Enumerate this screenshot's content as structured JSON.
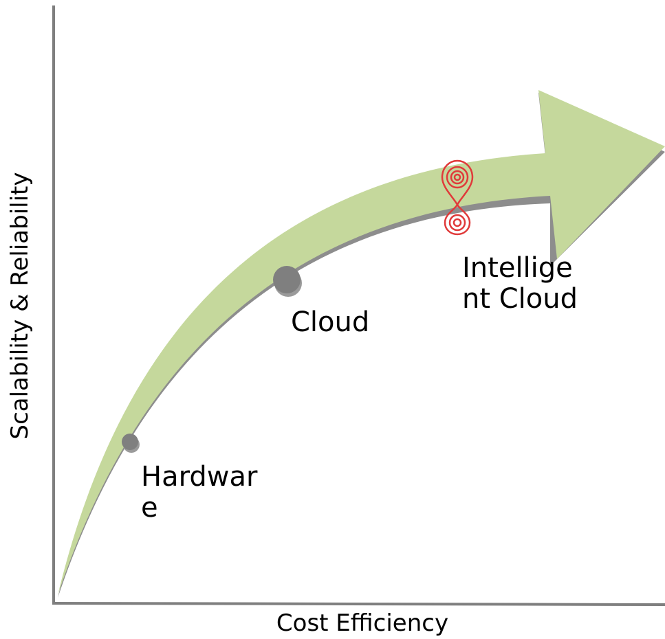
{
  "axes": {
    "x_title": "Cost Efficiency",
    "y_title": "Scalability & Reliability"
  },
  "stages": [
    {
      "label_lines": [
        "Hardwar",
        "e"
      ],
      "marker": "gray-dot"
    },
    {
      "label_lines": [
        "Cloud"
      ],
      "marker": "gray-dot"
    },
    {
      "label_lines": [
        "Intellige",
        "nt Cloud"
      ],
      "marker": "infinity-pin-icon"
    }
  ],
  "colors": {
    "arrow_fill": "#c5d89c",
    "arrow_shadow": "#8d8d8d",
    "axis": "#7f7f7f",
    "dot": "#7f7f7f",
    "pin": "#e03a3a"
  }
}
